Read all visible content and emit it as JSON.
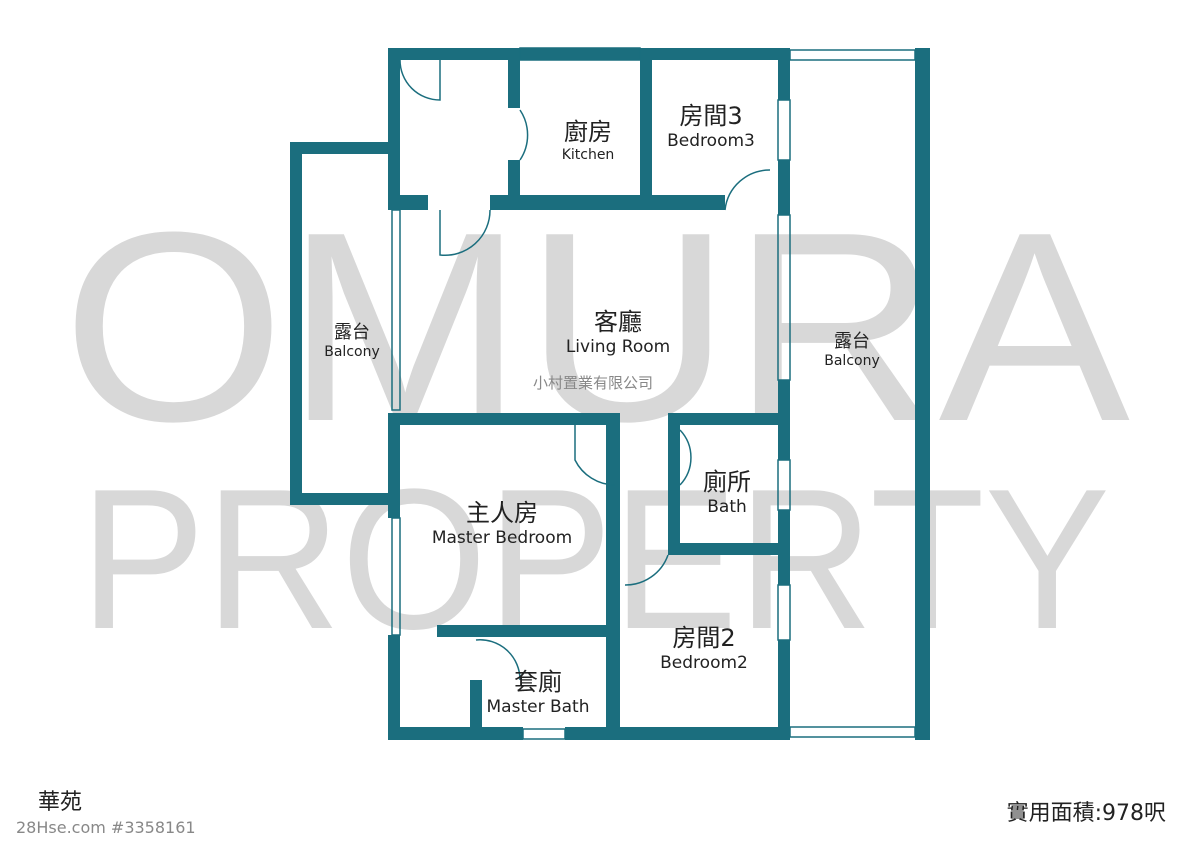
{
  "watermark": {
    "line1": "OMURA",
    "line2": "PROPERTY"
  },
  "company": "小村置業有限公司",
  "rooms": [
    {
      "zh": "廚房",
      "en": "Kitchen"
    },
    {
      "zh": "房間3",
      "en": "Bedroom3"
    },
    {
      "zh": "露台",
      "en": "Balcony"
    },
    {
      "zh": "客廳",
      "en": "Living Room"
    },
    {
      "zh": "露台",
      "en": "Balcony"
    },
    {
      "zh": "主人房",
      "en": "Master Bedroom"
    },
    {
      "zh": "廁所",
      "en": "Bath"
    },
    {
      "zh": "房間2",
      "en": "Bedroom2"
    },
    {
      "zh": "套廁",
      "en": "Master Bath"
    }
  ],
  "estate_name": "華苑",
  "listing_ref": "28Hse.com #3358161",
  "area_text": "實用面積:978呎",
  "colors": {
    "wall": "#1b6e7e",
    "watermark": "#d8d8d8"
  }
}
